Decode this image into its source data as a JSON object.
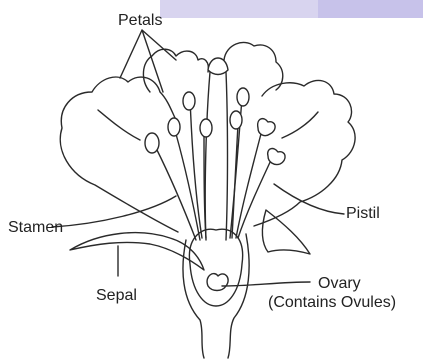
{
  "diagram": {
    "labels": {
      "petals": "Petals",
      "stamen": "Stamen",
      "pistil": "Pistil",
      "sepal": "Sepal",
      "ovary": "Ovary",
      "ovary_note": "(Contains Ovules)"
    }
  }
}
